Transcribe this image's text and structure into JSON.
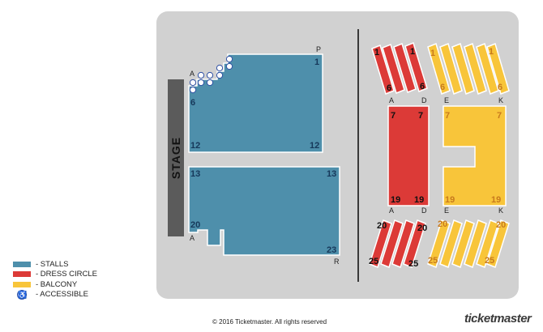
{
  "stage": {
    "label": "STAGE"
  },
  "stalls": {
    "row_top_left": "A",
    "row_top_right": "P",
    "row_bottom_left": "A",
    "row_bottom_right": "R",
    "seat_1": "1",
    "seat_6": "6",
    "seat_12_left": "12",
    "seat_12_right": "12",
    "seat_13_left": "13",
    "seat_13_right": "13",
    "seat_20": "20",
    "seat_23": "23"
  },
  "dress_circle": {
    "top_seat_left": "1",
    "top_seat_right": "1",
    "top_low_left": "6",
    "top_low_right": "6",
    "mid_top_left": "7",
    "mid_top_right": "7",
    "mid_bottom_left": "19",
    "mid_bottom_right": "19",
    "bottom_seat_left": "20",
    "bottom_seat_right": "20",
    "bottom_low_left": "25",
    "bottom_low_right": "25",
    "row_upper_left": "A",
    "row_upper_right": "D",
    "row_lower_left": "A",
    "row_lower_right": "D"
  },
  "balcony": {
    "top_seat_left": "1",
    "top_seat_right": "1",
    "top_low_left": "6",
    "top_low_right": "6",
    "mid_top_left": "7",
    "mid_top_right": "7",
    "mid_bottom_left": "19",
    "mid_bottom_right": "19",
    "bottom_seat_left": "20",
    "bottom_seat_right": "20",
    "bottom_low_left": "25",
    "bottom_low_right": "25",
    "row_upper_left": "E",
    "row_upper_right": "K",
    "row_lower_left": "E",
    "row_lower_right": "K"
  },
  "legend": {
    "stalls": "- STALLS",
    "dress_circle": "- DRESS CIRCLE",
    "balcony": "- BALCONY",
    "accessible": "- ACCESSIBLE"
  },
  "colors": {
    "stalls": "#4e8fab",
    "dress_circle": "#dc3a37",
    "balcony": "#f8c53a",
    "accessible": "#2d4fa3"
  },
  "footer": {
    "copyright": "© 2016 Ticketmaster.  All rights reserved",
    "brand": "ticketmaster"
  }
}
